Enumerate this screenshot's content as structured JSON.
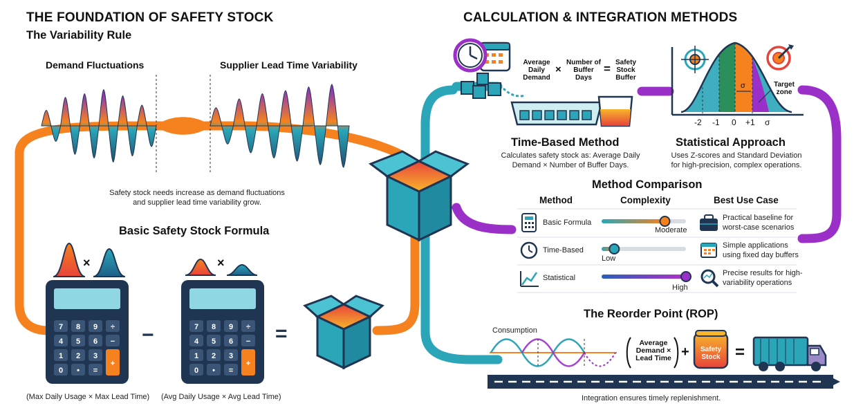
{
  "left": {
    "title": "THE FOUNDATION OF SAFETY STOCK",
    "subtitle": "The Variability Rule",
    "wave_left_label": "Demand Fluctuations",
    "wave_right_label": "Supplier Lead Time Variability",
    "note_line1": "Safety stock needs increase as demand fluctuations",
    "note_line2": "and supplier lead time variability grow.",
    "formula_title": "Basic Safety Stock Formula",
    "times": "×",
    "minus": "−",
    "equals": "=",
    "calc_left_caption": "(Max Daily Usage × Max Lead Time)",
    "calc_right_caption": "(Avg Daily Usage × Avg Lead Time)",
    "calc_keys": [
      "7",
      "8",
      "9",
      "÷",
      "4",
      "5",
      "6",
      "−",
      "1",
      "2",
      "3",
      "+",
      "0",
      "•",
      "=",
      "="
    ]
  },
  "right": {
    "title": "CALCULATION & INTEGRATION METHODS",
    "time_formula": {
      "term1": "Average Daily Demand",
      "op1": "×",
      "term2": "Number of Buffer Days",
      "op2": "=",
      "result": "Safety Stock Buffer"
    },
    "time_method": {
      "title": "Time-Based Method",
      "line1": "Calculates safety stock as: Average Daily",
      "line2": "Demand × Number of Buffer Days."
    },
    "statistical": {
      "title": "Statistical Approach",
      "line1": "Uses Z-scores and Standard Deviation",
      "line2": "for high-precision, complex operations.",
      "axis_ticks": [
        "-2",
        "-1",
        "0",
        "+1",
        "σ"
      ],
      "sigma": "σ",
      "target_label": "Target zone"
    },
    "comparison": {
      "title": "Method Comparison",
      "headers": [
        "Method",
        "Complexity",
        "Best Use Case"
      ],
      "rows": [
        {
          "method": "Basic Formula",
          "complexity": "Moderate",
          "level": 0.75,
          "use_line1": "Practical baseline for",
          "use_line2": "worst-case scenarios",
          "icon": "calculator-icon",
          "use_icon": "briefcase-icon",
          "color": "#f5821f"
        },
        {
          "method": "Time-Based",
          "complexity": "Low",
          "level": 0.15,
          "use_line1": "Simple applications",
          "use_line2": "using fixed day buffers",
          "icon": "clock-icon",
          "use_icon": "calendar-icon",
          "color": "#2aa6b8"
        },
        {
          "method": "Statistical",
          "complexity": "High",
          "level": 1.0,
          "use_line1": "Precise results for high-",
          "use_line2": "variability operations",
          "icon": "chart-icon",
          "use_icon": "magnifier-icon",
          "color": "#9b30c8"
        }
      ]
    },
    "rop": {
      "title": "The Reorder Point (ROP)",
      "consumption": "Consumption",
      "term": "Average Demand × Lead Time",
      "plus": "+",
      "safety": "Safety Stock",
      "equals": "=",
      "footer": "Integration ensures timely replenishment."
    }
  },
  "colors": {
    "orange": "#f5821f",
    "teal": "#2aa6b8",
    "purple": "#9b30c8",
    "navy": "#1f3552"
  }
}
